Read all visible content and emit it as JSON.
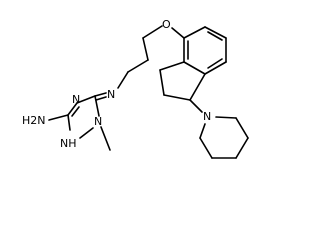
{
  "molecule": {
    "atom_labels": {
      "amine": "H2N",
      "ring_n_top": "N",
      "ring_n_methyl": "N",
      "ring_nh": "NH",
      "linker_n": "N",
      "ether_o": "O",
      "piperidine_n": "N"
    },
    "colors": {
      "bond": "#000000",
      "background": "#ffffff"
    }
  }
}
